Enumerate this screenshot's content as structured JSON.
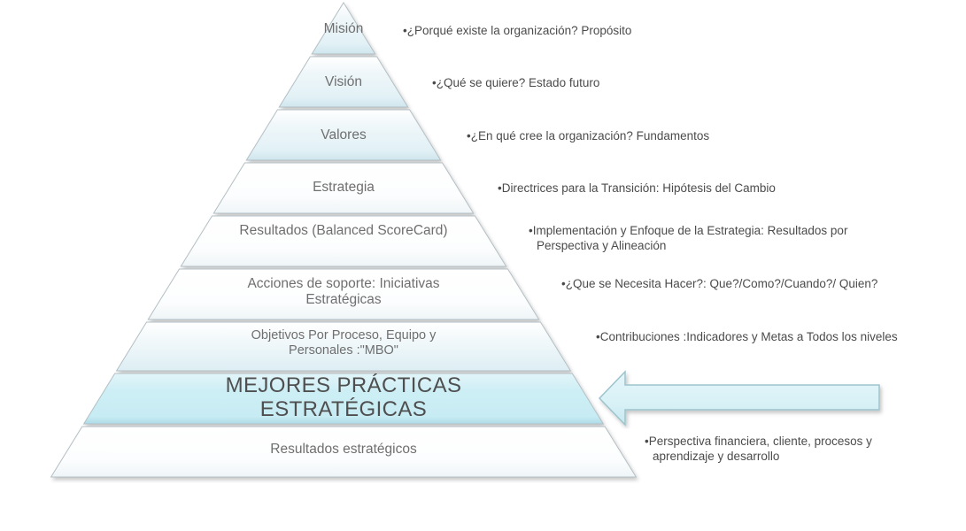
{
  "diagram": {
    "type": "pyramid",
    "bullet_glyph": "•",
    "colors": {
      "tint_fill": "#e3f2f7",
      "white_fill": "#fbfdfe",
      "highlight_fill": "#cceef5",
      "arrow_fill": "#d8f1f6",
      "arrow_border": "#9dc3cc",
      "outline": "#b3bfc4",
      "label_text": "#6f6f6f",
      "annotation_text": "#4b4b4b"
    },
    "levels": [
      {
        "label": "Misión",
        "annotation": "¿Porqué existe la organización? Propósito"
      },
      {
        "label": "Visión",
        "annotation": "¿Qué se quiere? Estado futuro"
      },
      {
        "label": "Valores",
        "annotation": "¿En qué cree la organización? Fundamentos"
      },
      {
        "label": "Estrategia",
        "annotation": "Directrices para la Transición: Hipótesis del Cambio"
      },
      {
        "label": "Resultados (Balanced ScoreCard)",
        "annotation": "Implementación y Enfoque de la Estrategia: Resultados por Perspectiva y Alineación"
      },
      {
        "label": "Acciones de soporte: Iniciativas Estratégicas",
        "annotation": "¿Que se Necesita Hacer?: Que?/Como?/Cuando?/ Quien?"
      },
      {
        "label": "Objetivos Por Proceso, Equipo y Personales :\"MBO\"",
        "annotation": "Contribuciones :Indicadores y Metas a Todos los niveles"
      },
      {
        "label": "MEJORES PRÁCTICAS ESTRATÉGICAS",
        "annotation": ""
      },
      {
        "label": "Resultados estratégicos",
        "annotation": "Perspectiva financiera, cliente, procesos y aprendizaje y desarrollo"
      }
    ]
  }
}
